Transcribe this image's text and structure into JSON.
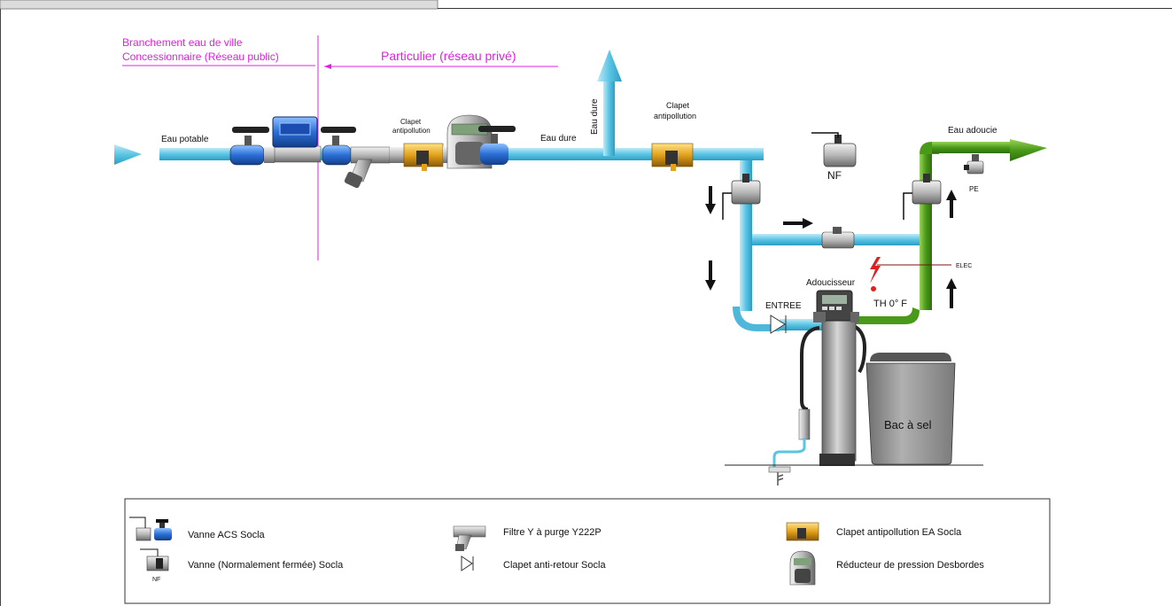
{
  "zones": {
    "public_line1": "Branchement eau de ville",
    "public_line2": "Concessionnaire (Réseau public)",
    "private": "Particulier (réseau privé)"
  },
  "labels": {
    "eau_potable": "Eau potable",
    "clapet1_line1": "Clapet",
    "clapet1_line2": "antipollution",
    "eau_dure_h": "Eau dure",
    "eau_dure_v": "Eau dure",
    "clapet2_line1": "Clapet",
    "clapet2_line2": "antipollution",
    "eau_adoucie": "Eau adoucie",
    "nf": "NF",
    "pe": "PE",
    "elec": "ELEC",
    "adoucisseur": "Adoucisseur",
    "entree": "ENTREE",
    "th": "TH 0° F",
    "bac": "Bac à sel"
  },
  "legend": {
    "vanne_acs": "Vanne ACS Socla",
    "vanne_nf": "Vanne (Normalement fermée) Socla",
    "vanne_nf_tag": "NF",
    "filtre": "Filtre Y à purge Y222P",
    "clapet_retour": "Clapet anti-retour Socla",
    "clapet_ea": "Clapet antipollution EA Socla",
    "reducteur": "Réducteur de pression Desbordes"
  },
  "colors": {
    "pipe_blue": "#5bc4e4",
    "pipe_green": "#4a9a1a",
    "valve_blue": "#2a6fd6",
    "brass": "#e3a21a",
    "magenta": "#e020e0"
  }
}
